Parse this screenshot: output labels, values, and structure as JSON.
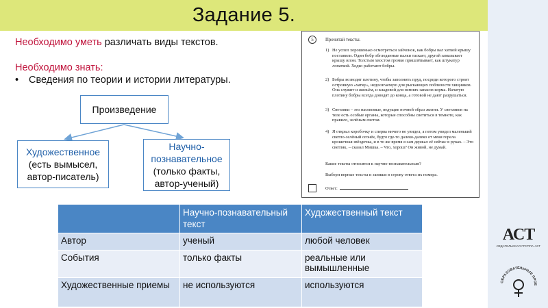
{
  "title": "Задание 5.",
  "requirements": {
    "need_to_do_accent": "Необходимо уметь",
    "need_to_do_rest": " различать виды текстов.",
    "need_to_know_accent": "Необходимо знать:",
    "bullet_text": "Сведения по теории и истории литературы.",
    "bullet_symbol": "•"
  },
  "diagram": {
    "root": "Произведение",
    "left_title": "Художественное",
    "left_detail_1": "(есть вымысел,",
    "left_detail_2": "автор-писатель)",
    "right_title_1": "Научно-",
    "right_title_2": "познавательное",
    "right_detail_1": "(только факты,",
    "right_detail_2": "автор-ученый)",
    "arrow_color": "#6fa3d6"
  },
  "task_card": {
    "number": "5",
    "intro": "Прочитай тексты.",
    "items": [
      {
        "n": "1)",
        "text": "Не успел хорошенько осмотреться зайчонок, как бобры вал хаткой крышу поставили. Один бобр обглоданные палки таскает, другой замазывает крышу илом. Толстым хвостом громко пришлёпывает, как штукатур лопаткой. Ходко работают бобры."
      },
      {
        "n": "2)",
        "text": "Бобры возводят плотину, чтобы заполнить пруд, посреди которого строят островную «хатку», недосягаемую для рыскающих поблизости хищников. Она служит и жильём, и кладовой для зимних запасов корма. Начатую плотину бобры всегда доводят до конца, а готовой не дают разрушаться."
      },
      {
        "n": "3)",
        "text": "Светляки – это насекомые, ведущие ночной образ жизни. У светляков на теле есть особые органы, которые способны светиться в темноте, как правило, зелёным светом."
      },
      {
        "n": "4)",
        "text": "Я открыл коробочку и сперва ничего не увидел, а потом увидел маленький светло-зелёный огонёк, будто где-то далеко-далеко от меня горела крошечная звёздочка, и в то же время я сам держал её сейчас в руках. – Это светляк, – сказал Мишка. – Что, хорош? Он живой, не думай."
      }
    ],
    "question": "Какие тексты относятся к научно-познавательным?",
    "instruction": "Выбери верные тексты и запиши в строку ответа их номера.",
    "answer_label": "Ответ:"
  },
  "table": {
    "headers": [
      "",
      "Научно-познавательный текст",
      "Художественный текст"
    ],
    "rows": [
      [
        "Автор",
        "ученый",
        "любой человек"
      ],
      [
        "События",
        "только факты",
        "реальные или вымышленные"
      ],
      [
        "Художественные приемы",
        "не используются",
        "используются"
      ]
    ],
    "header_color": "#4a86c5",
    "row_color_a": "#cfdcee",
    "row_color_b": "#e9eef7"
  },
  "logos": {
    "ast_mark": "АСТ",
    "ast_sub": "ИЗДАТЕЛЬСКАЯ ГРУППА АСТ",
    "edu_text": "ОБРАЗОВАТЕЛЬНЫЕ ПРОЕКТЫ"
  },
  "colors": {
    "title_bg": "#dde77a",
    "accent_red": "#c0143c",
    "box_border": "#4a86c5",
    "side_panel": "#e9eff7"
  }
}
